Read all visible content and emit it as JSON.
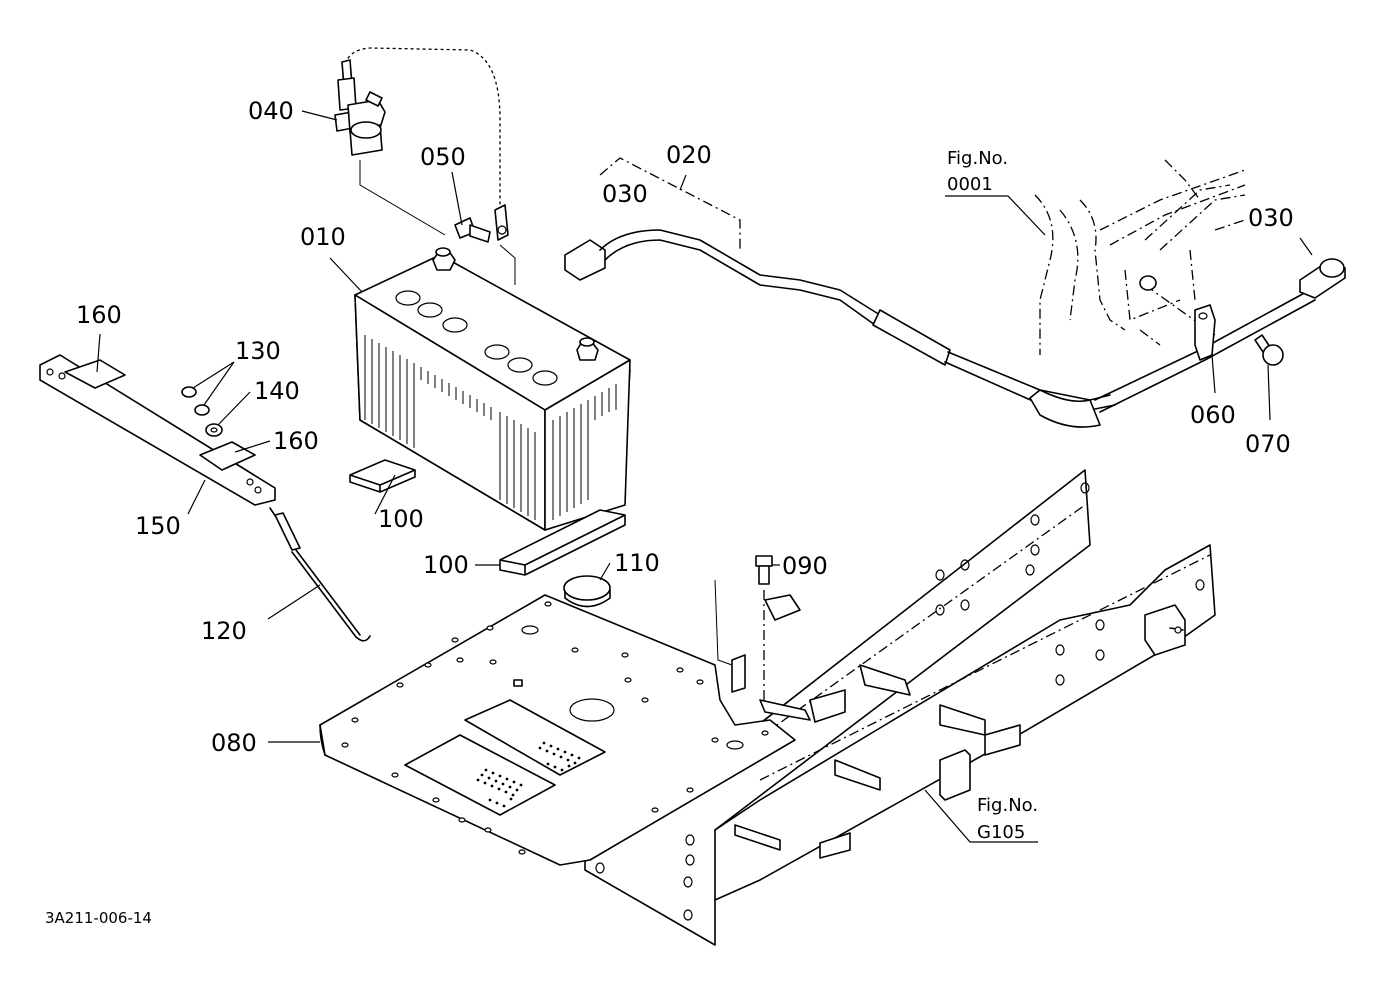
{
  "diagram": {
    "labels": {
      "p010": "010",
      "p020": "020",
      "p030a": "030",
      "p030b": "030",
      "p040": "040",
      "p050": "050",
      "p060": "060",
      "p070": "070",
      "p080": "080",
      "p090": "090",
      "p100a": "100",
      "p100b": "100",
      "p110": "110",
      "p120": "120",
      "p130": "130",
      "p140": "140",
      "p150": "150",
      "p160a": "160",
      "p160b": "160"
    },
    "fig_ref_top": {
      "line1": "Fig.No.",
      "line2": "0001"
    },
    "fig_ref_bottom": {
      "line1": "Fig.No.",
      "line2": "G105"
    },
    "drawing_id": "3A211-006-14"
  }
}
